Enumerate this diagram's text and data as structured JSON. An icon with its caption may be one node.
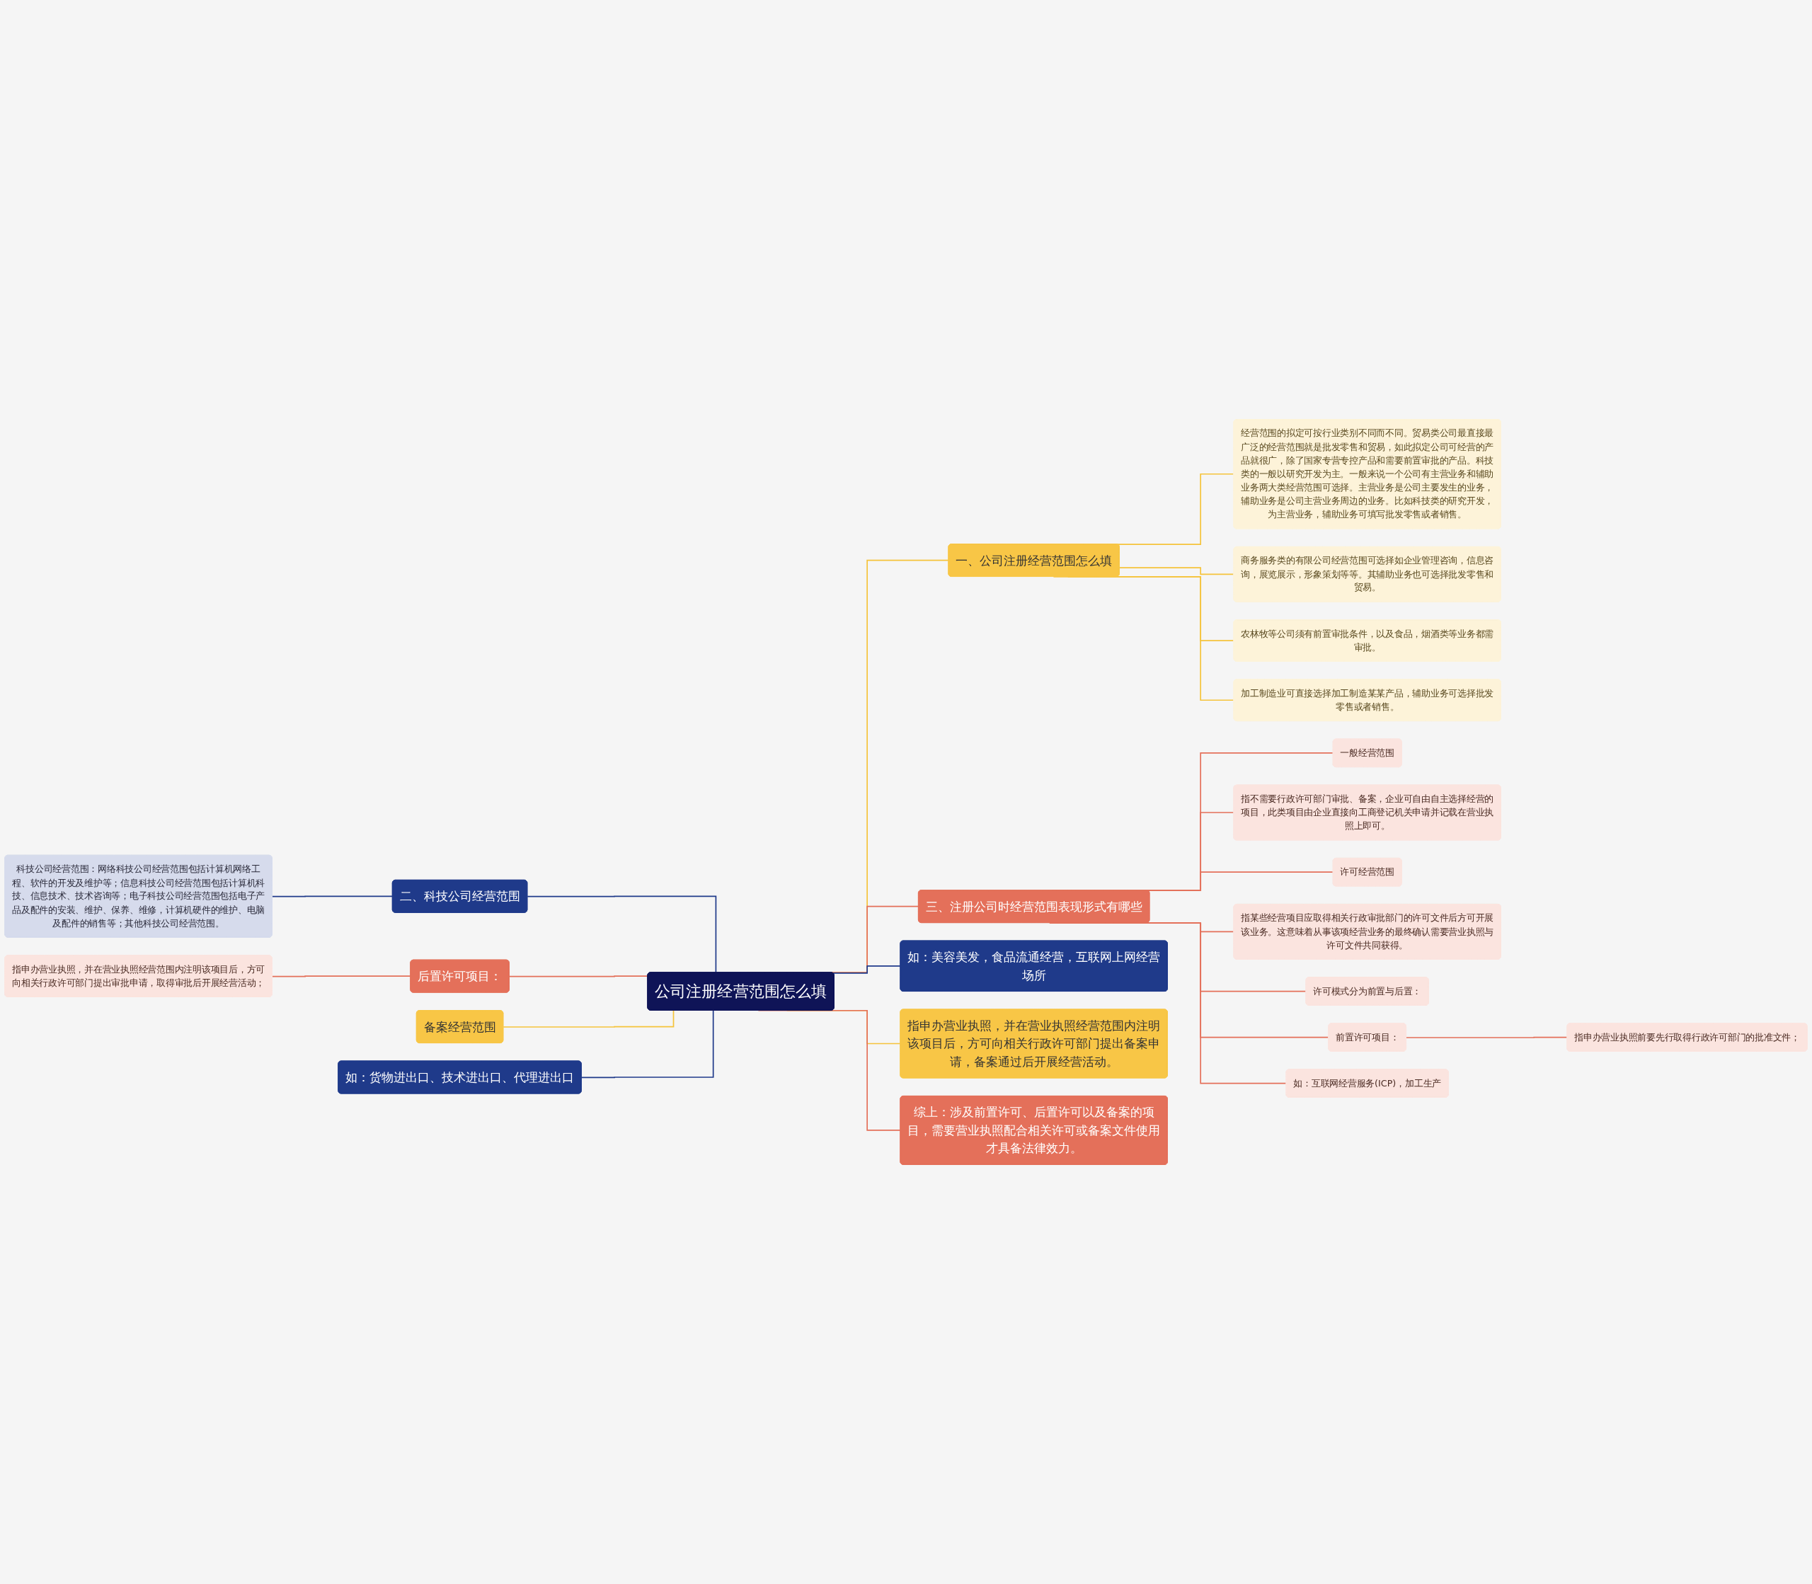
{
  "diagram": {
    "nodes": [
      {
        "text": [
          "公司注册经营范围怎么填"
        ]
      },
      {
        "text": [
          "一、公司注册经营范围怎么填"
        ]
      },
      {
        "text": [
          "经营范围的拟定可按行业类别不同而不同。贸易类公司最直接最广泛的经营范围就是批发零售和贸易，如此拟定公司可经营的产品就很广，除了国家专营专控产品和需要前置审批的产品。科技类的一般以研究开发为主。一般来说一个公司有主营业务和辅助业务两大类经营范围可选择。主营业务是公司主要发生的业务，辅助业务是公司主营业务周边的业务。比如科技类的研究开发，为主营业务，辅助业务可填写批发零售或者销售。"
        ]
      },
      {
        "text": [
          "商务服务类的有限公司经营范围可选择如企业管理咨询，信息咨询，展览展示，形象策划等等。其辅助业务也可选择批发零售和贸易。"
        ]
      },
      {
        "text": [
          "农林牧等公司须有前置审批条件，以及食品，烟酒类等业务都需审批。"
        ]
      },
      {
        "text": [
          "加工制造业可直接选择加工制造某某产品，辅助业务可选择批发零售或者销售。"
        ]
      },
      {
        "text": [
          "三、注册公司时经营范围表现形式有哪些"
        ]
      },
      {
        "text": [
          "一般经营范围"
        ]
      },
      {
        "text": [
          "指不需要行政许可部门审批、备案，企业可自由自主选择经营的项目，此类项目由企业直接向工商登记机关申请并记载在营业执照上即可。"
        ]
      },
      {
        "text": [
          "许可经营范围"
        ]
      },
      {
        "text": [
          "指某些经营项目应取得相关行政审批部门的许可文件后方可开展该业务。这意味着从事该项经营业务的最终确认需要营业执照与许可文件共同获得。"
        ]
      },
      {
        "text": [
          "许可模式分为前置与后置："
        ]
      },
      {
        "text": [
          "前置许可项目："
        ]
      },
      {
        "text": [
          "指申办营业执照前要先行取得行政许可部门的批准文件；"
        ]
      },
      {
        "text": [
          "如：互联网经营服务(ICP)，加工生产"
        ]
      },
      {
        "text": [
          "如：美容美发，食品流通经营，互联网上网经营场所"
        ]
      },
      {
        "text": [
          "指申办营业执照，并在营业执照经营范围内注明该项目后，方可向相关行政许可部门提出备案申请，备案通过后开展经营活动。"
        ]
      },
      {
        "text": [
          "综上：涉及前置许可、后置许可以及备案的项目，需要营业执照配合相关许可或备案文件使用才具备法律效力。"
        ]
      },
      {
        "text": [
          "二、科技公司经营范围"
        ]
      },
      {
        "text": [
          "科技公司经营范围：网络科技公司经营范围包括计算机网络工程、软件的开发及维护等；信息科技公司经营范围包括计算机科技、信息技术、技术咨询等；电子科技公司经营范围包括电子产品及配件的安装、维护、保养、维修，计算机硬件的维护、电脑及配件的销售等；其他科技公司经营范围。"
        ]
      },
      {
        "text": [
          "后置许可项目："
        ]
      },
      {
        "text": [
          "指申办营业执照，并在营业执照经营范围内注明该项目后，方可向相关行政许可部门提出审批申请，取得审批后开展经营活动；"
        ]
      },
      {
        "text": [
          "备案经营范围"
        ]
      },
      {
        "text": [
          "如：货物进出口、技术进出口、代理进出口"
        ]
      }
    ],
    "edges": [
      {
        "from": 0,
        "to": 1,
        "arrow": "none",
        "color": "#f5c33b"
      },
      {
        "from": 1,
        "to": 2,
        "arrow": "none",
        "color": "#f5c33b"
      },
      {
        "from": 1,
        "to": 3,
        "arrow": "none",
        "color": "#f5c33b"
      },
      {
        "from": 1,
        "to": 4,
        "arrow": "none",
        "color": "#f5c33b"
      },
      {
        "from": 1,
        "to": 5,
        "arrow": "none",
        "color": "#f5c33b"
      },
      {
        "from": 0,
        "to": 6,
        "arrow": "none"
      },
      {
        "from": 6,
        "to": 7,
        "arrow": "none"
      },
      {
        "from": 6,
        "to": 8,
        "arrow": "none"
      },
      {
        "from": 6,
        "to": 9,
        "arrow": "none"
      },
      {
        "from": 6,
        "to": 10,
        "arrow": "none"
      },
      {
        "from": 6,
        "to": 11,
        "arrow": "none"
      },
      {
        "from": 6,
        "to": 12,
        "arrow": "none"
      },
      {
        "from": 12,
        "to": 13,
        "arrow": "none"
      },
      {
        "from": 6,
        "to": 14,
        "arrow": "none"
      },
      {
        "from": 0,
        "to": 15,
        "arrow": "none",
        "color": "#1f3a8a"
      },
      {
        "from": 0,
        "to": 16,
        "arrow": "none",
        "color": "#f5c33b"
      },
      {
        "from": 0,
        "to": 17,
        "arrow": "none"
      },
      {
        "from": 0,
        "to": 18,
        "arrow": "none",
        "color": "#1f3a8a"
      },
      {
        "from": 18,
        "to": 19,
        "arrow": "none",
        "color": "#1f3a8a"
      },
      {
        "from": 0,
        "to": 20,
        "arrow": "none"
      },
      {
        "from": 20,
        "to": 21,
        "arrow": "none"
      },
      {
        "from": 0,
        "to": 22,
        "arrow": "none",
        "color": "#f5c33b"
      },
      {
        "from": 0,
        "to": 23,
        "arrow": "none",
        "color": "#1f3a8a"
      }
    ]
  }
}
